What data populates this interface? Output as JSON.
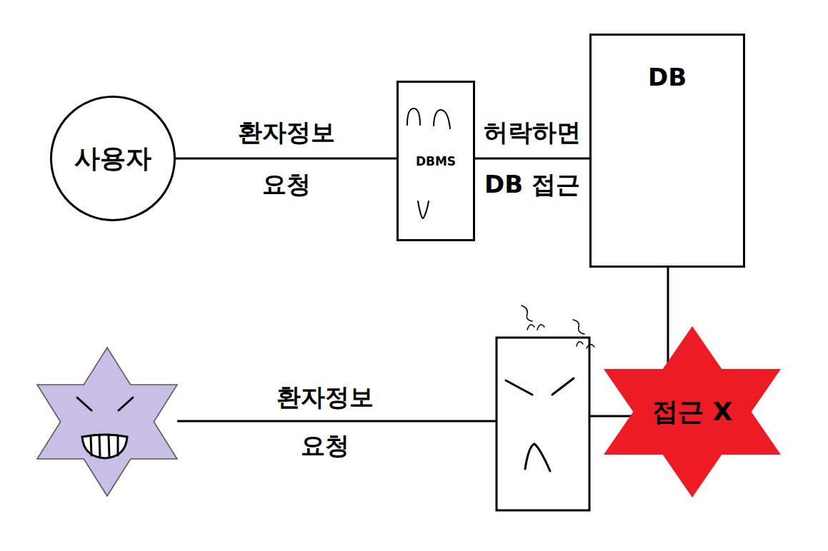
{
  "diagram": {
    "nodes": [
      {
        "text": [
          "사용자"
        ]
      },
      {
        "text": [
          "DBMS"
        ]
      },
      {
        "text": [
          "DB"
        ]
      },
      {
        "text": [
          "접근 X"
        ]
      }
    ],
    "edges": [
      {
        "from": 0,
        "to": 1,
        "arrow": "none",
        "label": "환자정보 요청"
      },
      {
        "from": 1,
        "to": 2,
        "arrow": "none",
        "label": "허락하면 DB 접근"
      },
      {
        "from": 2,
        "to": 3,
        "arrow": "none"
      }
    ],
    "labels": [
      "환자정보 요청"
    ]
  }
}
